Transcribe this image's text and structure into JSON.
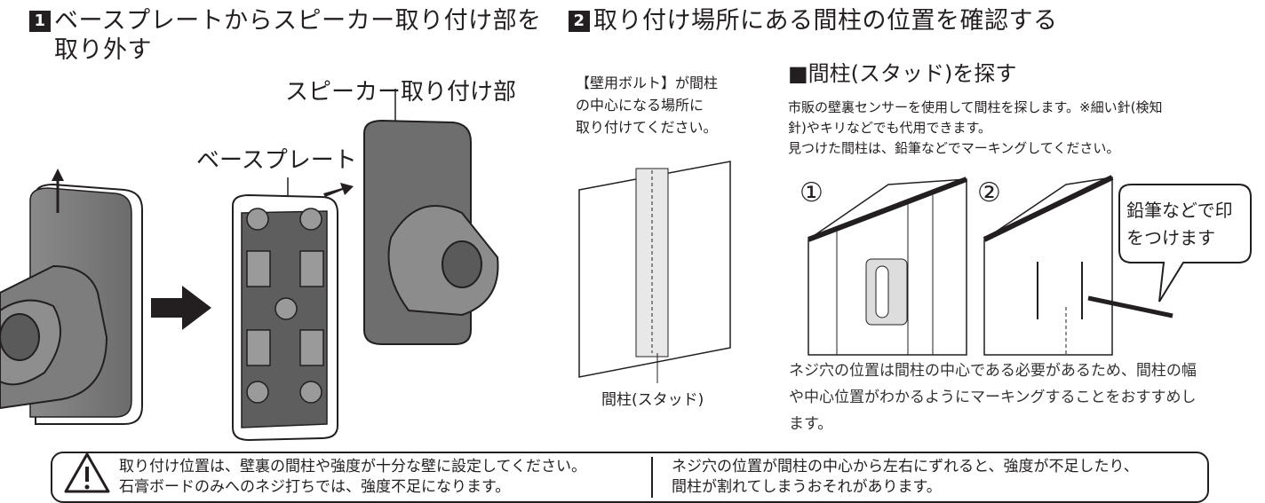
{
  "step1": {
    "number": "1",
    "title_line1": "ベースプレートからスピーカー取り付け部を",
    "title_line2": "取り外す",
    "label_speaker_mount": "スピーカー取り付け部",
    "label_base_plate": "ベースプレート"
  },
  "step2": {
    "number": "2",
    "title": "取り付け場所にある間柱の位置を確認する",
    "bolt_note": [
      "【壁用ボルト】が間柱",
      "の中心になる場所に",
      "取り付けてください。"
    ],
    "stud_caption": "間柱(スタッド)",
    "section_heading": "■間柱(スタッド)を探す",
    "instructions": [
      "市販の壁裏センサーを使用して間柱を探します。※細い針(検知",
      "針)やキリなどでも代用できます。",
      "見つけた間柱は、鉛筆などでマーキングしてください。"
    ],
    "circle1": "①",
    "circle2": "②",
    "balloon": [
      "鉛筆などで印",
      "をつけます"
    ],
    "explanation": [
      "ネジ穴の位置は間柱の中心である必要があるため、間柱の幅",
      "や中心位置がわかるようにマーキングすることをおすすめし",
      "ます。"
    ]
  },
  "warning": {
    "icon": "warning-triangle-icon",
    "left": [
      "取り付け位置は、壁裏の間柱や強度が十分な壁に設定してください。",
      "石膏ボードのみへのネジ打ちでは、強度不足になります。"
    ],
    "right": [
      "ネジ穴の位置が間柱の中心から左右にずれると、強度が不足したり、",
      "間柱が割れてしまうおそれがあります。"
    ]
  }
}
